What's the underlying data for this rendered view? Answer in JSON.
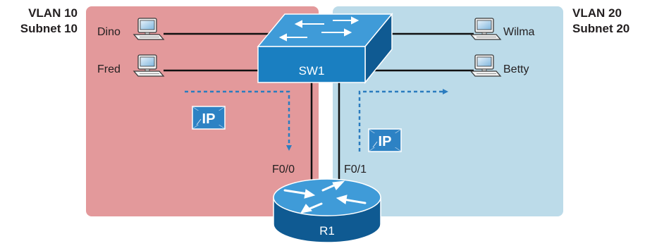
{
  "vlan_left": {
    "line1": "VLAN 10",
    "line2": "Subnet 10",
    "color": "#e3999b"
  },
  "vlan_right": {
    "line1": "VLAN 20",
    "line2": "Subnet 20",
    "color": "#bcdbe9"
  },
  "hosts": {
    "dino": "Dino",
    "fred": "Fred",
    "wilma": "Wilma",
    "betty": "Betty"
  },
  "switch": {
    "label": "SW1",
    "color": "#1a7fc1"
  },
  "router": {
    "label": "R1",
    "color": "#1a7fc1"
  },
  "ports": {
    "left": "F0/0",
    "right": "F0/1"
  },
  "packet_badge": {
    "text": "IP",
    "color": "#2d82c4"
  },
  "flow_arrow_color": "#2b7cbf"
}
